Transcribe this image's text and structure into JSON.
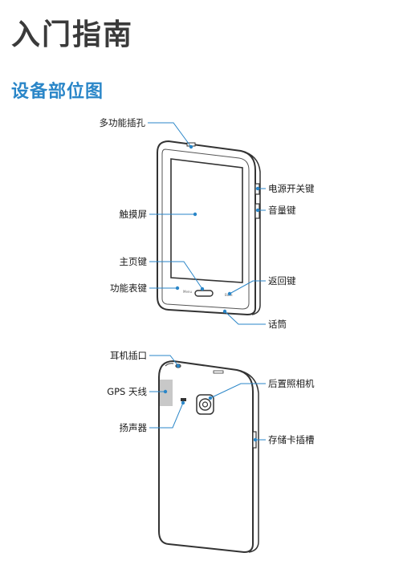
{
  "chapter": {
    "title": "入门指南"
  },
  "section": {
    "title": "设备部位图"
  },
  "front": {
    "screen_key_labels": [
      "Menu",
      "Back"
    ],
    "labels": {
      "multipurpose_jack": "多功能插孔",
      "touch_screen": "触摸屏",
      "home_key": "主页键",
      "menu_key": "功能表键",
      "power_key": "电源开关键",
      "volume_key": "音量键",
      "back_key": "返回键",
      "microphone": "话筒"
    }
  },
  "back": {
    "labels": {
      "headset_jack": "耳机插口",
      "gps_antenna": "GPS 天线",
      "speaker": "扬声器",
      "rear_camera": "后置照相机",
      "memory_card_slot": "存储卡插槽"
    }
  },
  "colors": {
    "accent": "#2a86c8",
    "device_outline": "#333333",
    "gps_area": "#c8c8c8"
  }
}
